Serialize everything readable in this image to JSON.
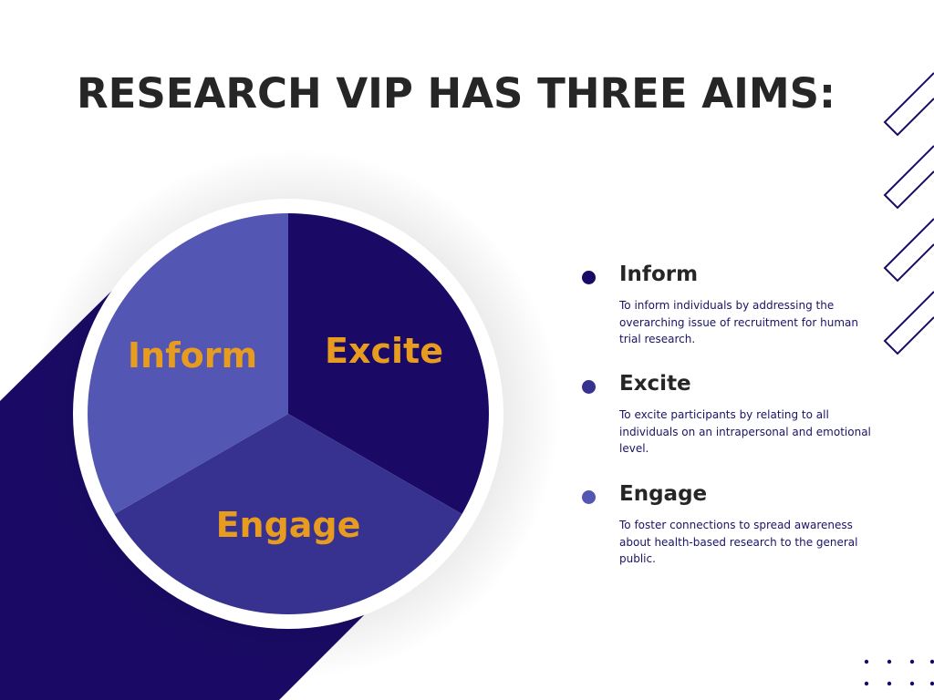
{
  "title": "RESEARCH VIP HAS THREE AIMS:",
  "colors": {
    "dark": "#1a0a66",
    "mid": "#37328f",
    "light": "#5356b3",
    "label": "#e79c1f",
    "text": "#262626"
  },
  "pie": {
    "inform": "Inform",
    "excite": "Excite",
    "engage": "Engage"
  },
  "aims": [
    {
      "name": "Inform",
      "description": "To inform individuals by addressing the overarching issue of recruitment for human trial research.",
      "dot_color": "#1a0a66"
    },
    {
      "name": "Excite",
      "description": "To excite participants by relating to all individuals on an intrapersonal and emotional level.",
      "dot_color": "#37328f"
    },
    {
      "name": "Engage",
      "description": "To foster connections to spread awareness about health-based research to the general public.",
      "dot_color": "#5356b3"
    }
  ]
}
